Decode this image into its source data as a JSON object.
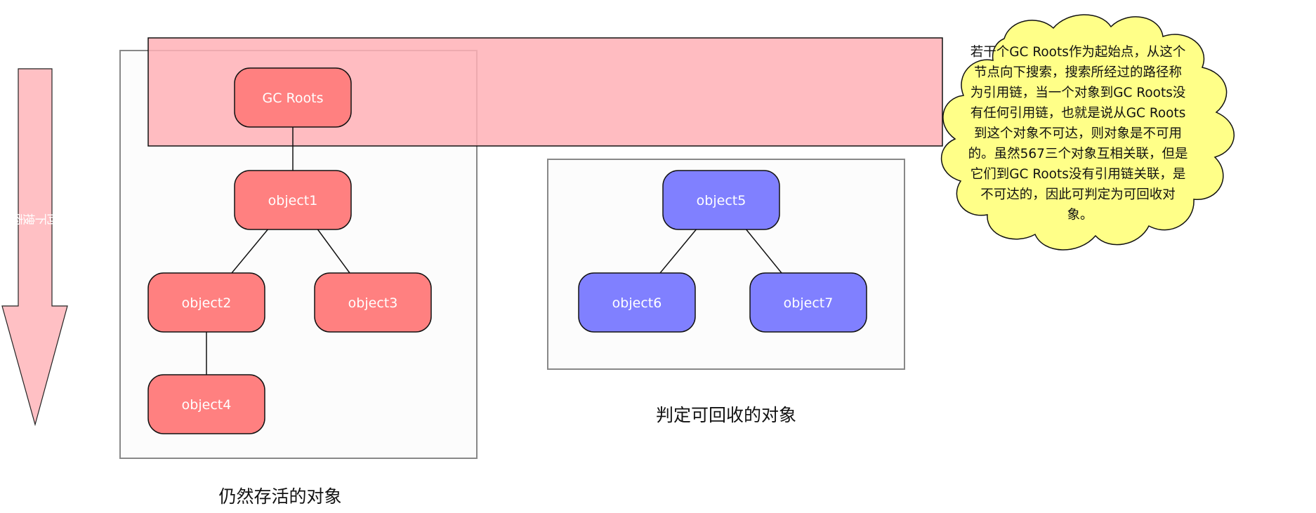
{
  "arrow": {
    "label": "向下搜索"
  },
  "nodes": {
    "gc_roots": "GC Roots",
    "object1": "object1",
    "object2": "object2",
    "object3": "object3",
    "object4": "object4",
    "object5": "object5",
    "object6": "object6",
    "object7": "object7"
  },
  "captions": {
    "alive": "仍然存活的对象",
    "collectable": "判定可回收的对象"
  },
  "note": {
    "lines": [
      "若干个GC Roots作为起始点，从这个",
      "节点向下搜索，搜索所经过的路径称",
      "为引用链，当一个对象到GC Roots没",
      "有任何引用链，也就是说从GC Roots",
      "到这个对象不可达，则对象是不可用",
      "的。虽然567三个对象互相关联，但是",
      "它们到GC Roots没有引用链关联，是",
      "不可达的，因此可判定为可回收对",
      "象。"
    ]
  },
  "colors": {
    "red_node": "#ff8080",
    "blue_node": "#8080ff",
    "band": "#ffc0c4",
    "arrow": "#ffc0c4",
    "note": "#ffff88",
    "box_border": "#888888",
    "box_fill": "#fcfcfc"
  }
}
